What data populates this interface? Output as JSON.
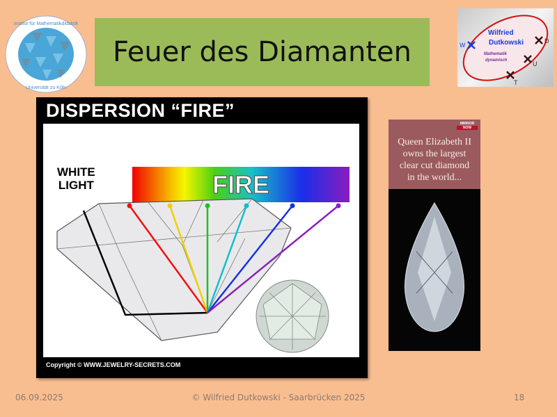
{
  "slide": {
    "title": "Feuer des Diamanten",
    "footer": {
      "date": "06.09.2025",
      "center": "© Wilfried Dutkowski - Saarbrücken 2025",
      "page_number": "18"
    }
  },
  "logo": {
    "top_text": "Institut für Mathematikdidaktik",
    "bottom_text": "Universität zu Köln"
  },
  "author_badge": {
    "name_line1": "Wilfried",
    "name_line2": "Dutkowski",
    "subtitle_line1": "Mathematik",
    "subtitle_line2": "dynamisch",
    "labels": [
      "W",
      "D",
      "U",
      "T"
    ]
  },
  "diagram": {
    "title": "DISPERSION “FIRE”",
    "white_light_line1": "WHITE",
    "white_light_line2": "LIGHT",
    "fire_label": "FIRE",
    "copyright": "Copyright © WWW.JEWELRY-SECRETS.COM",
    "ray_colors": [
      "#f01010",
      "#f0d000",
      "#20c020",
      "#10c0c8",
      "#1a30e0",
      "#8a20c0"
    ]
  },
  "queen_image": {
    "badge_line1": "MIRROR",
    "badge_line2": "NOW",
    "caption_lines": [
      "Queen Elizabeth II",
      "owns the largest",
      "clear cut diamond",
      "in the world..."
    ]
  }
}
